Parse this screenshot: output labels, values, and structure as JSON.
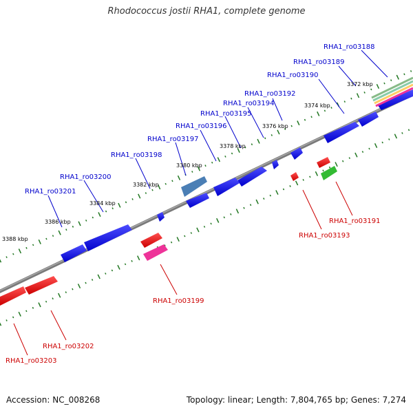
{
  "title": "Rhodococcus jostii RHA1, complete genome",
  "footer": {
    "accession": "Accession: NC_008268",
    "info": "Topology: linear; Length: 7,804,765 bp; Genes: 7,274"
  },
  "colors": {
    "forward_label": "#0000cc",
    "reverse_label": "#cc0000",
    "backbone": "#808080",
    "ruler": "#227722"
  },
  "ruler_labels": [
    "3372 kbp",
    "3374 kbp",
    "3376 kbp",
    "3378 kbp",
    "3380 kbp",
    "3382 kbp",
    "3384 kbp",
    "3386 kbp",
    "3388 kbp"
  ],
  "forward_labels": [
    "RHA1_ro03188",
    "RHA1_ro03189",
    "RHA1_ro03190",
    "RHA1_ro03192",
    "RHA1_ro03194",
    "RHA1_ro03195",
    "RHA1_ro03196",
    "RHA1_ro03197",
    "RHA1_ro03198",
    "RHA1_ro03200",
    "RHA1_ro03201"
  ],
  "reverse_labels": [
    "RHA1_ro03191",
    "RHA1_ro03193",
    "RHA1_ro03199",
    "RHA1_ro03202",
    "RHA1_ro03203"
  ]
}
